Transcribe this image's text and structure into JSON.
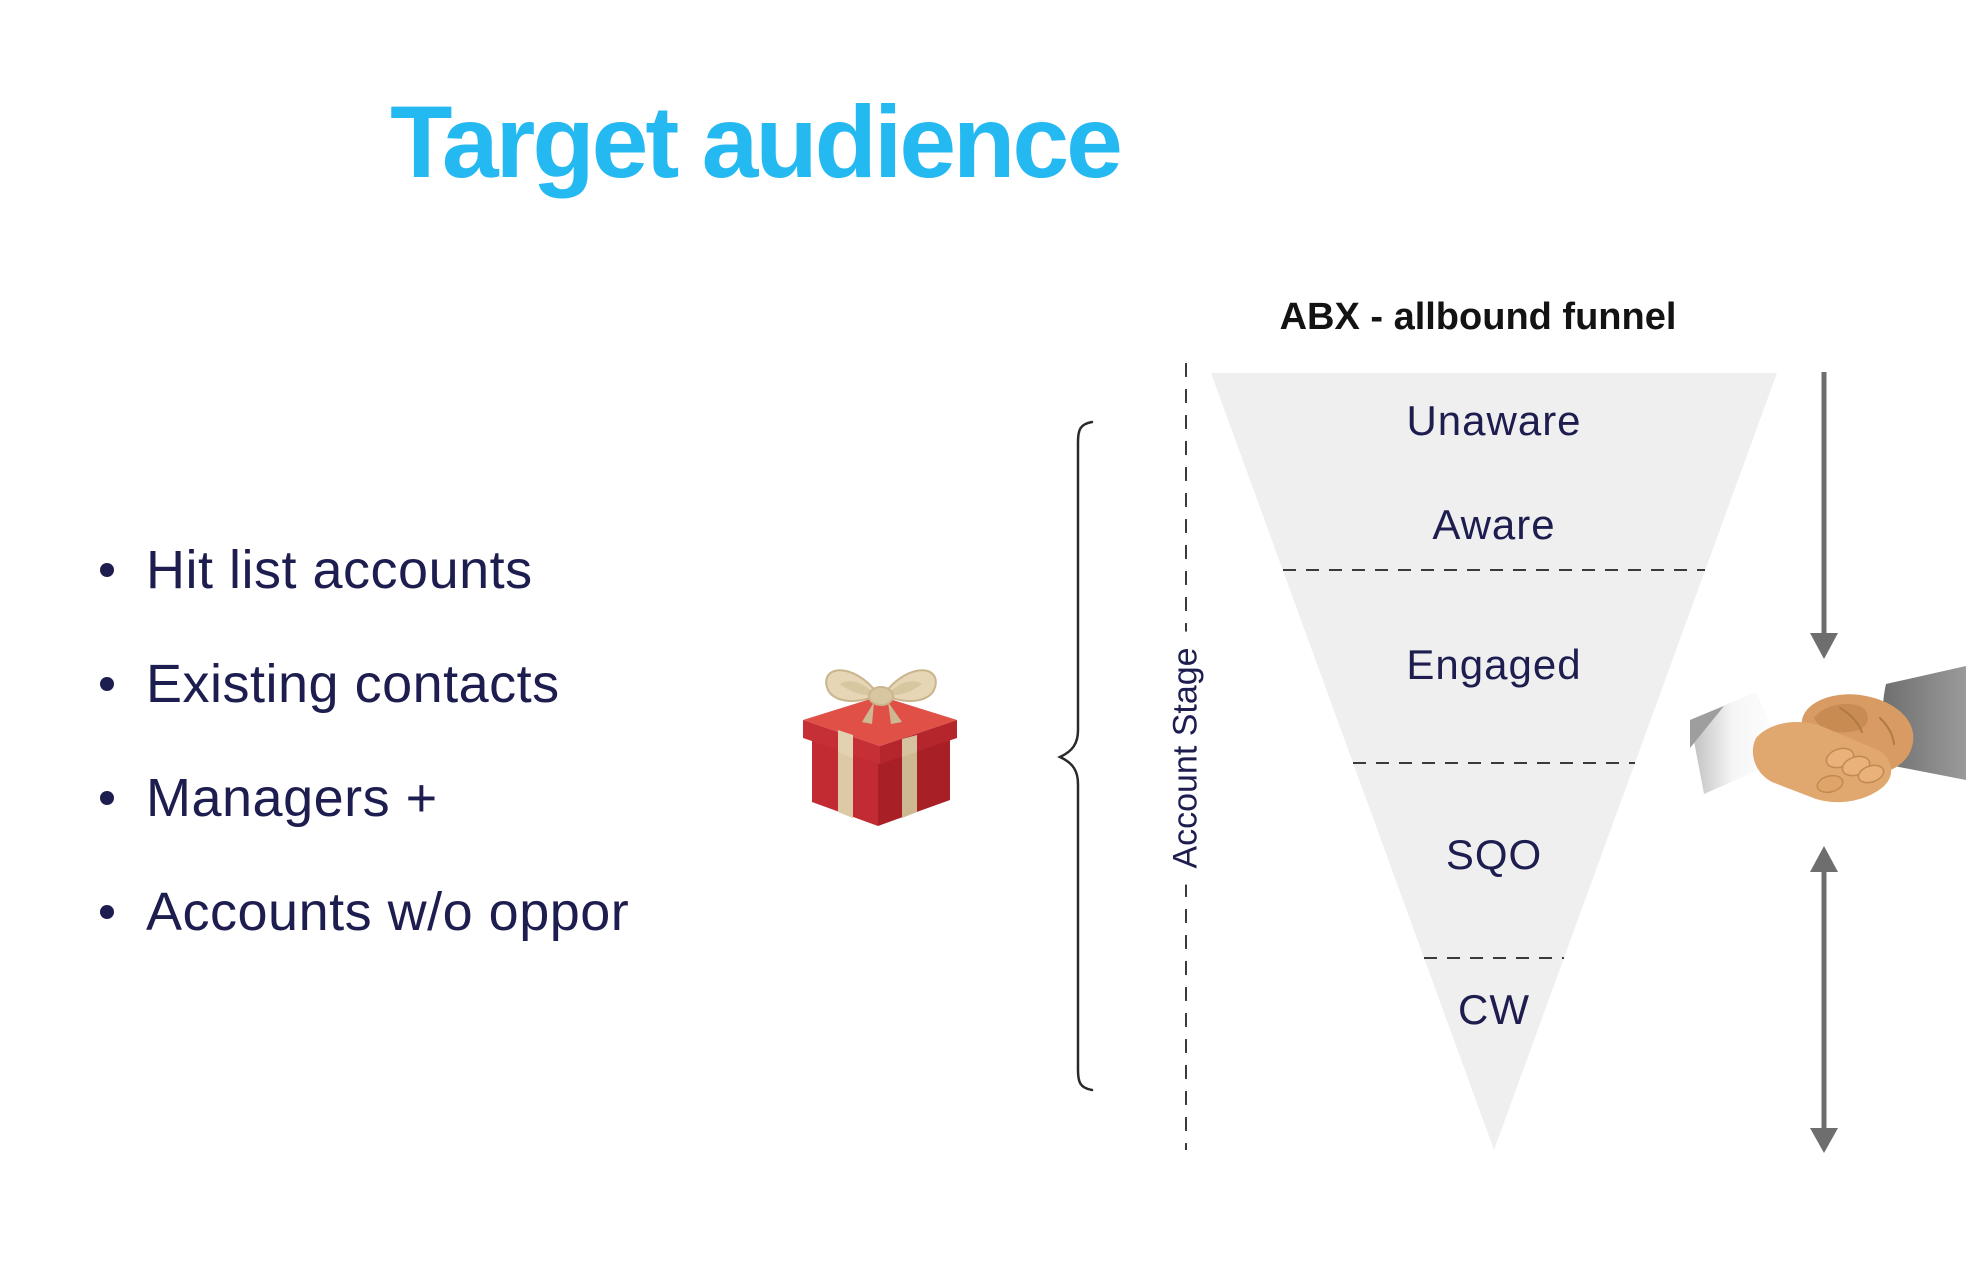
{
  "page": {
    "title": "Target audience"
  },
  "bullets": {
    "items": [
      "Hit list accounts",
      "Existing contacts",
      "Managers +",
      "Accounts w/o oppor"
    ]
  },
  "funnel": {
    "title": "ABX - allbound funnel",
    "axis_label": "Account Stage",
    "stages": [
      "Unaware",
      "Aware",
      "Engaged",
      "SQO",
      "CW"
    ],
    "divider_style": "dashed",
    "dividers_after_stages": [
      "Aware",
      "Engaged",
      "SQO"
    ]
  },
  "icons": {
    "gift": "gift-icon",
    "brace": "curly-brace-icon",
    "down_arrow": "arrow-down-icon",
    "double_arrow": "arrow-up-down-icon",
    "handshake": "handshake-icon"
  },
  "colors": {
    "title_accent": "#25b9f1",
    "body_text_navy": "#1d1d4f",
    "funnel_fill": "#efefef",
    "dash_line": "#3a3a3a",
    "arrow_gray": "#6e6e6e",
    "funnel_title_text": "#131313",
    "gift_red": "#c62f35",
    "gift_ribbon": "#ddc9a5"
  }
}
